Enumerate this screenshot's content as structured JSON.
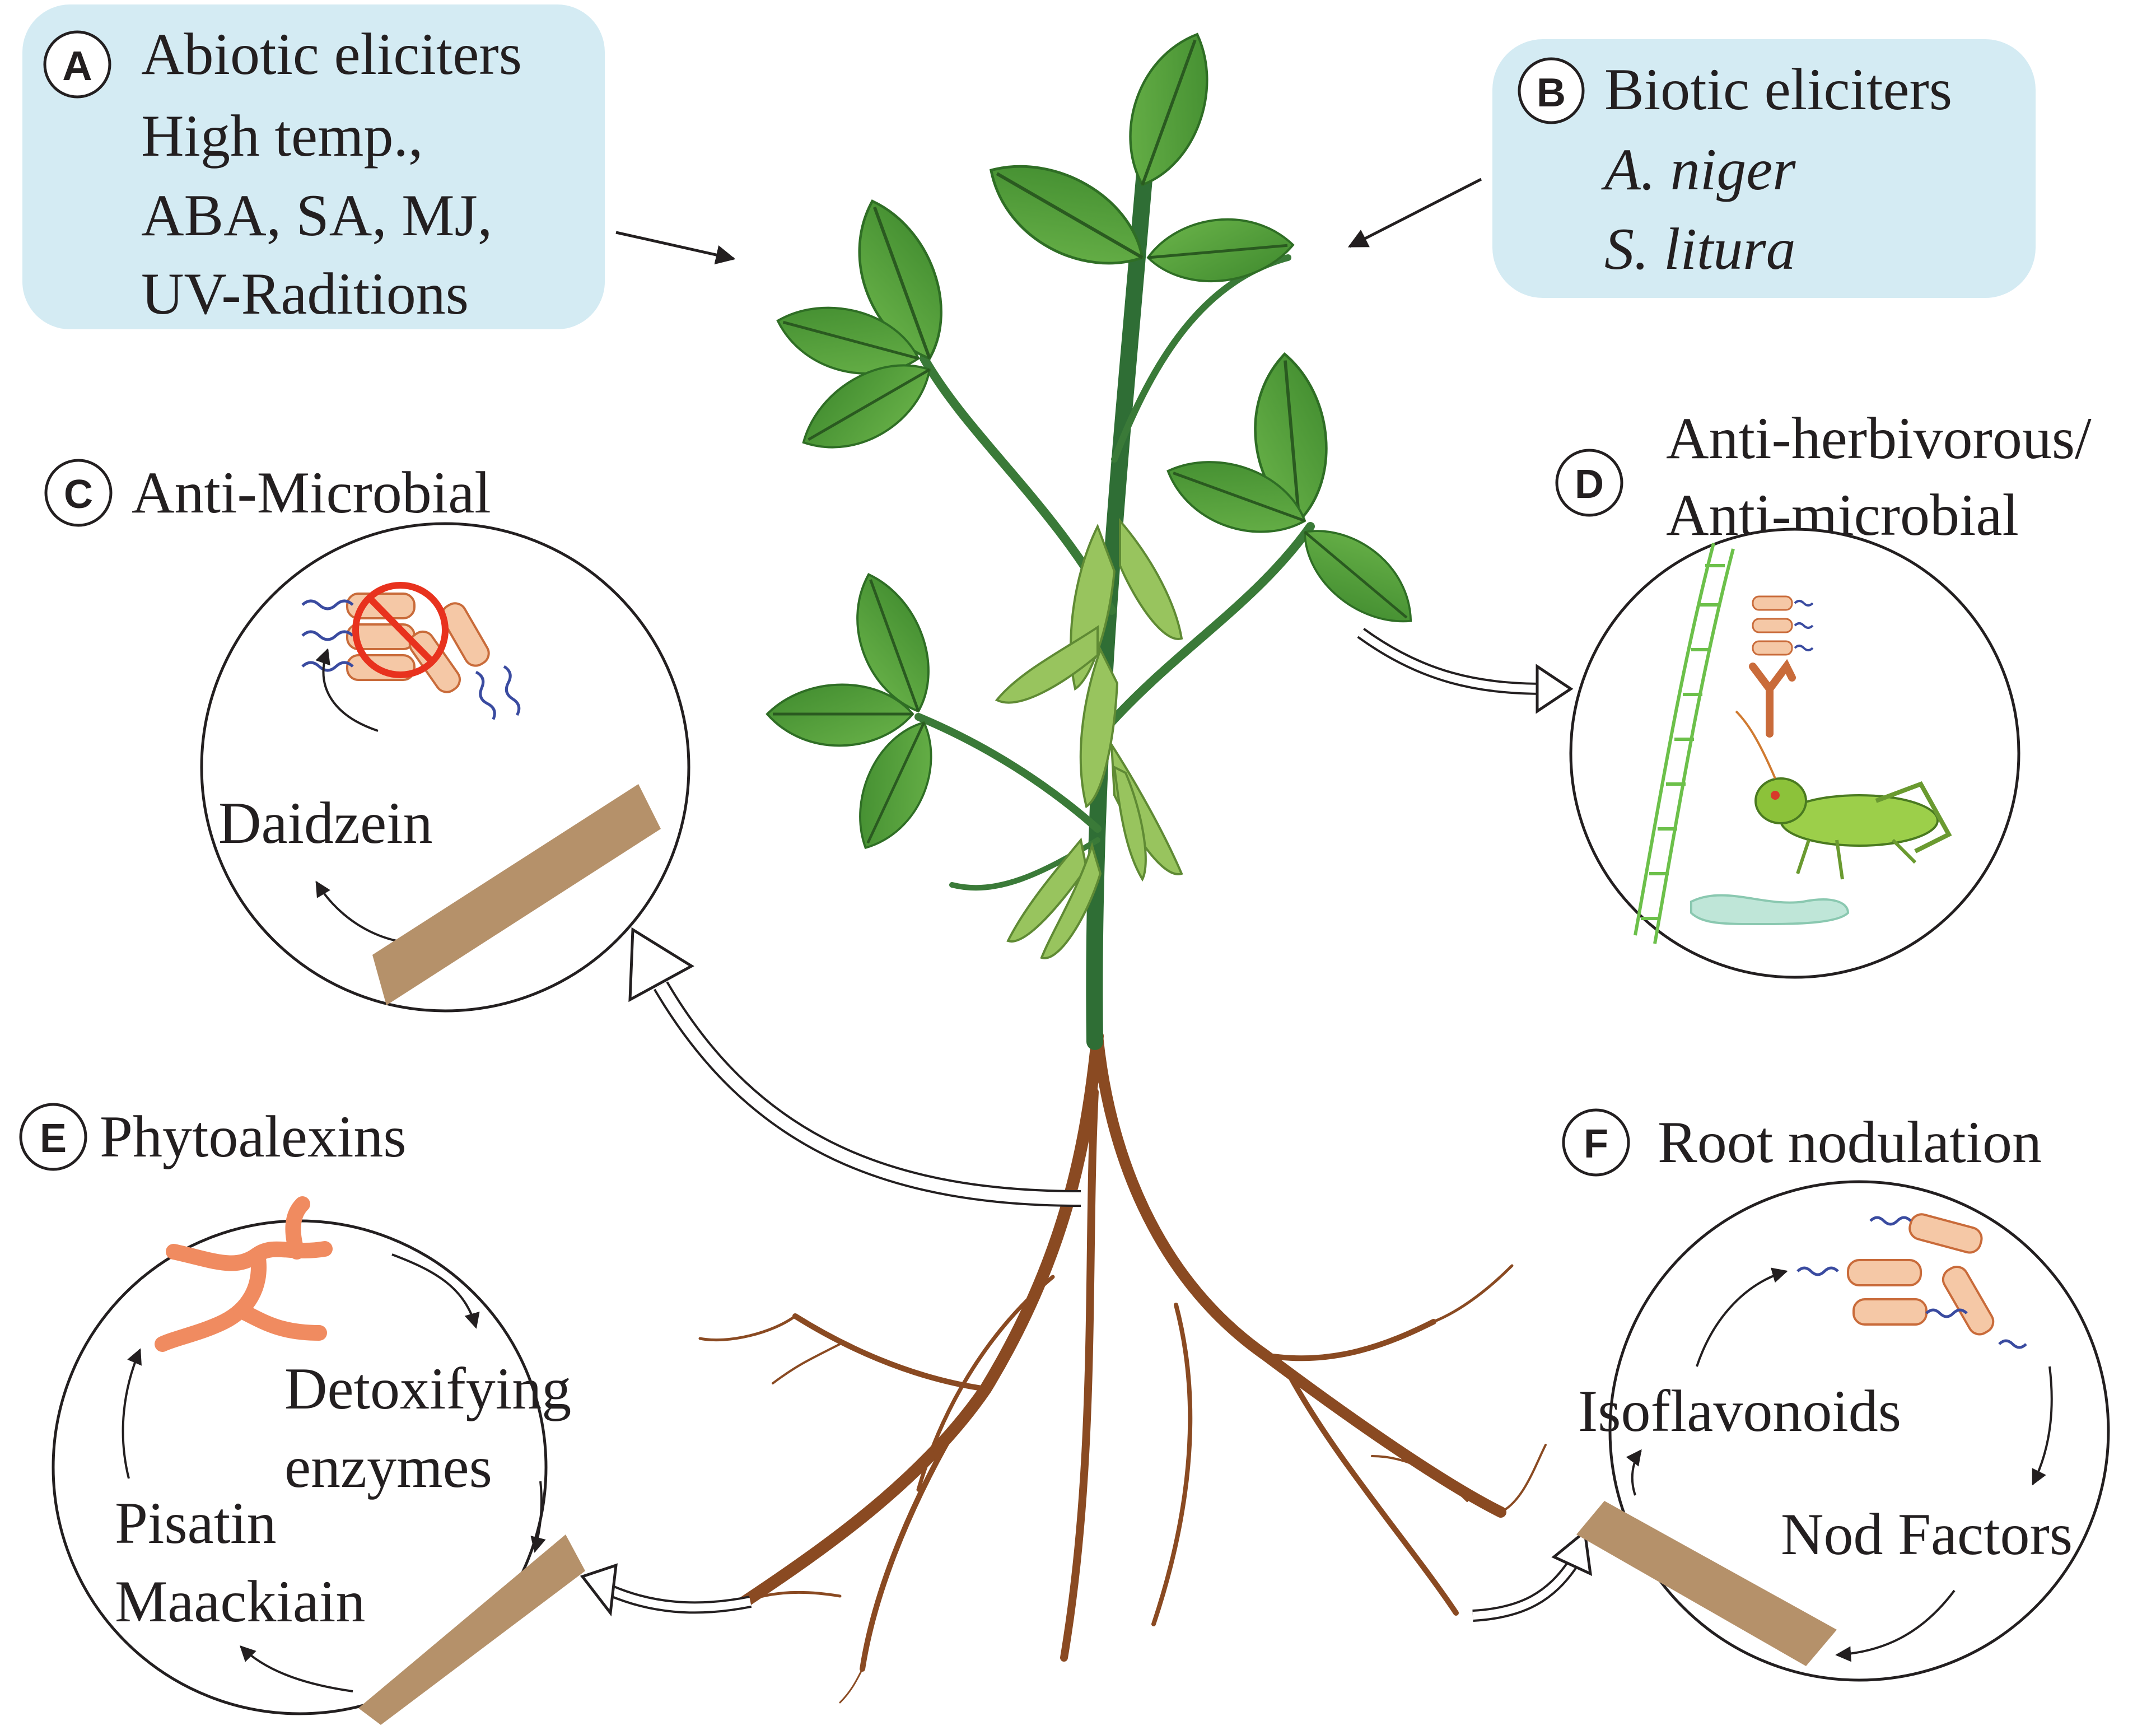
{
  "colors": {
    "callout_fill": "#d4ebf3",
    "leaf": "#5ca33f",
    "leaf_dark": "#3f7a2a",
    "pod": "#98c45e",
    "stem": "#2f6e35",
    "root": "#8a4a22",
    "tissue": "#b5916a",
    "bacteria": "#f5c8a6",
    "flagella": "#3a4ba0",
    "forbid": "#e8321e",
    "fungus": "#f08b60"
  },
  "panels": {
    "A": {
      "badge": "A",
      "lines": [
        "Abiotic eliciters",
        "High temp.,",
        "ABA, SA, MJ,",
        "UV-Raditions"
      ]
    },
    "B": {
      "badge": "B",
      "title": "Biotic eliciters",
      "species": [
        "A. niger",
        "S. litura"
      ]
    },
    "C": {
      "badge": "C",
      "title": "Anti-Microbial",
      "compound": "Daidzein",
      "icons": [
        "bacteria-icon",
        "prohibited-sign-icon",
        "plant-tissue-icon"
      ]
    },
    "D": {
      "badge": "D",
      "title_lines": [
        "Anti-herbivorous/",
        "Anti-microbial"
      ],
      "icons": [
        "cell-wall-icon",
        "bacteria-icon",
        "fungal-hypha-icon",
        "grasshopper-icon",
        "caterpillar-icon"
      ]
    },
    "E": {
      "badge": "E",
      "title": "Phytoalexins",
      "enzyme_lines": [
        "Detoxifying",
        "enzymes"
      ],
      "compounds": [
        "Pisatin",
        "Maackiain"
      ],
      "icons": [
        "fungal-mycelium-icon",
        "plant-tissue-icon"
      ]
    },
    "F": {
      "badge": "F",
      "title": "Root nodulation",
      "compound": "Isoflavonoids",
      "factor": "Nod Factors",
      "icons": [
        "rhizobia-icon",
        "root-tissue-icon"
      ]
    }
  }
}
